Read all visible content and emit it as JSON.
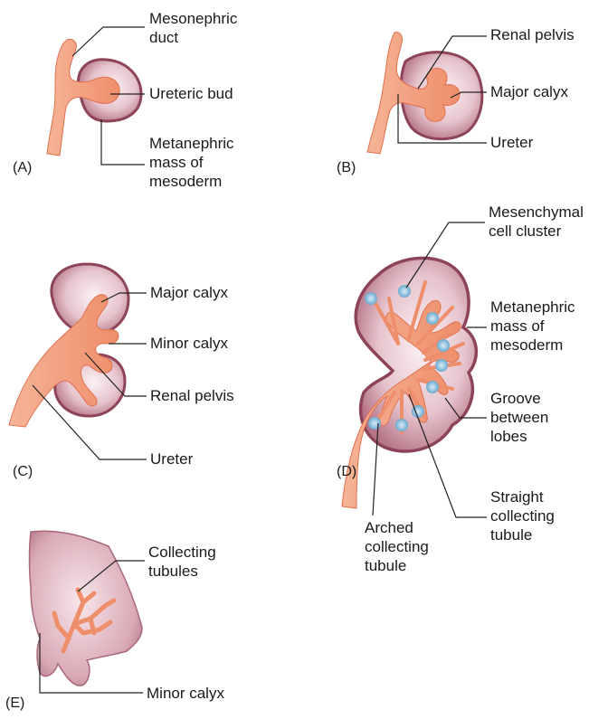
{
  "panels": {
    "A": {
      "letter": "(A)",
      "labels": {
        "mesonephric_duct": "Mesonephric\nduct",
        "ureteric_bud": "Ureteric bud",
        "metanephric_mass": "Metanephric\nmass of\nmesoderm"
      }
    },
    "B": {
      "letter": "(B)",
      "labels": {
        "renal_pelvis": "Renal pelvis",
        "major_calyx": "Major calyx",
        "ureter": "Ureter"
      }
    },
    "C": {
      "letter": "(C)",
      "labels": {
        "major_calyx": "Major calyx",
        "minor_calyx": "Minor calyx",
        "renal_pelvis": "Renal pelvis",
        "ureter": "Ureter"
      }
    },
    "D": {
      "letter": "(D)",
      "labels": {
        "mesenchymal_cluster": "Mesenchymal\ncell cluster",
        "metanephric_mass": "Metanephric\nmass of\nmesoderm",
        "groove": "Groove\nbetween\nlobes",
        "straight_tubule": "Straight\ncollecting\ntubule",
        "arched_tubule": "Arched\ncollecting\ntubule"
      }
    },
    "E": {
      "letter": "(E)",
      "labels": {
        "collecting_tubules": "Collecting\ntubules",
        "minor_calyx": "Minor calyx"
      }
    }
  },
  "colors": {
    "duct": "#f09a78",
    "duct_dark": "#e07050",
    "mesoderm_light": "#f3dde2",
    "mesoderm_mid": "#cf9aa8",
    "mesoderm_rim": "#8e4458",
    "cluster": "#7fb7d8",
    "leader": "#222222"
  }
}
